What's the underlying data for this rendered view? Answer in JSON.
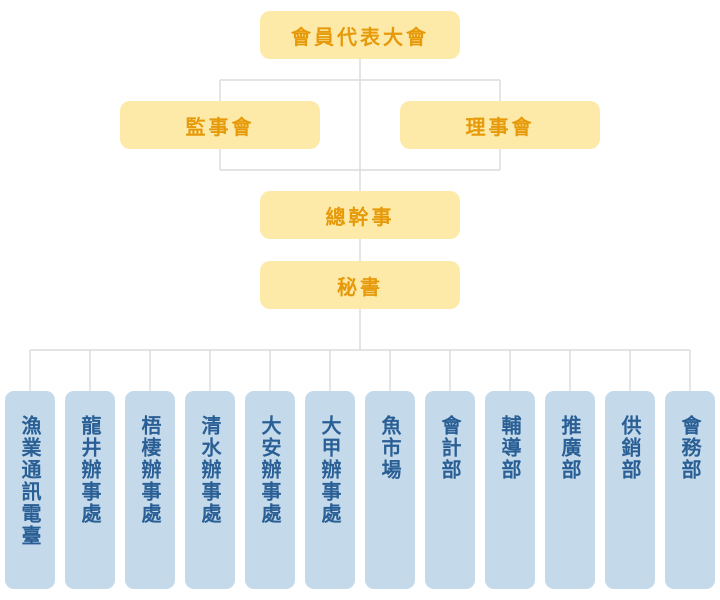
{
  "org_chart": {
    "top": "會員代表大會",
    "supervisors": "監事會",
    "directors": "理事會",
    "general_secretary": "總幹事",
    "secretary": "秘書",
    "departments": [
      "漁業通訊電臺",
      "龍井辦事處",
      "梧棲辦事處",
      "清水辦事處",
      "大安辦事處",
      "大甲辦事處",
      "魚市場",
      "會計部",
      "輔導部",
      "推廣部",
      "供銷部",
      "會務部"
    ]
  },
  "colors": {
    "top_node_bg": "#fdeaa8",
    "top_node_text": "#e69a0a",
    "dept_node_bg": "#c4d9ea",
    "dept_node_text": "#2a5f95",
    "connector": "#dcdcdc"
  }
}
